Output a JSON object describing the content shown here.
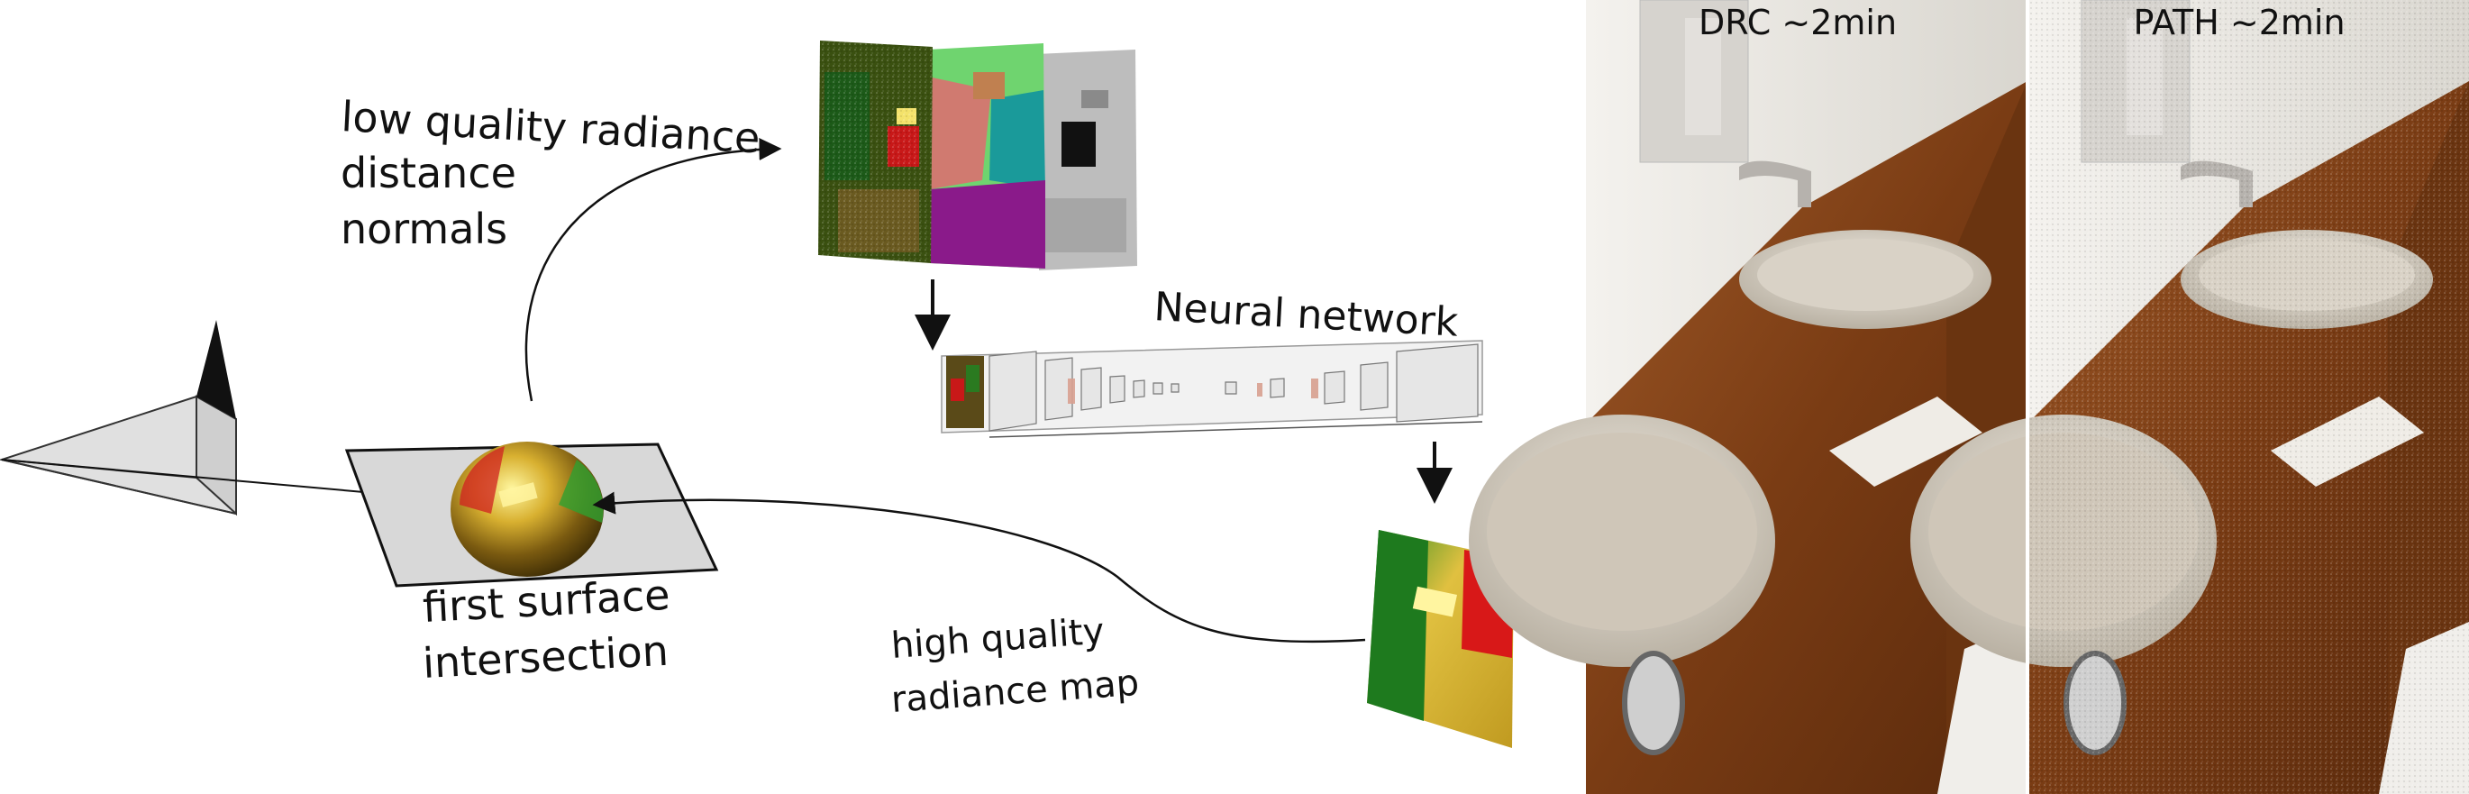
{
  "labels": {
    "low_quality_line1": "low quality radiance",
    "low_quality_line2": "distance",
    "low_quality_line3": "normals",
    "first_surface_line1": "first surface",
    "first_surface_line2": "intersection",
    "neural_network": "Neural network",
    "high_quality_line1": "high quality",
    "high_quality_line2": "radiance map"
  },
  "panels": {
    "drc_title": "DRC ~2min",
    "path_title": "PATH ~2min"
  },
  "colors": {
    "arrow": "#111111",
    "plane": "#d8d8d8",
    "wood": "#8a4a1e",
    "wall": "#ececea"
  }
}
